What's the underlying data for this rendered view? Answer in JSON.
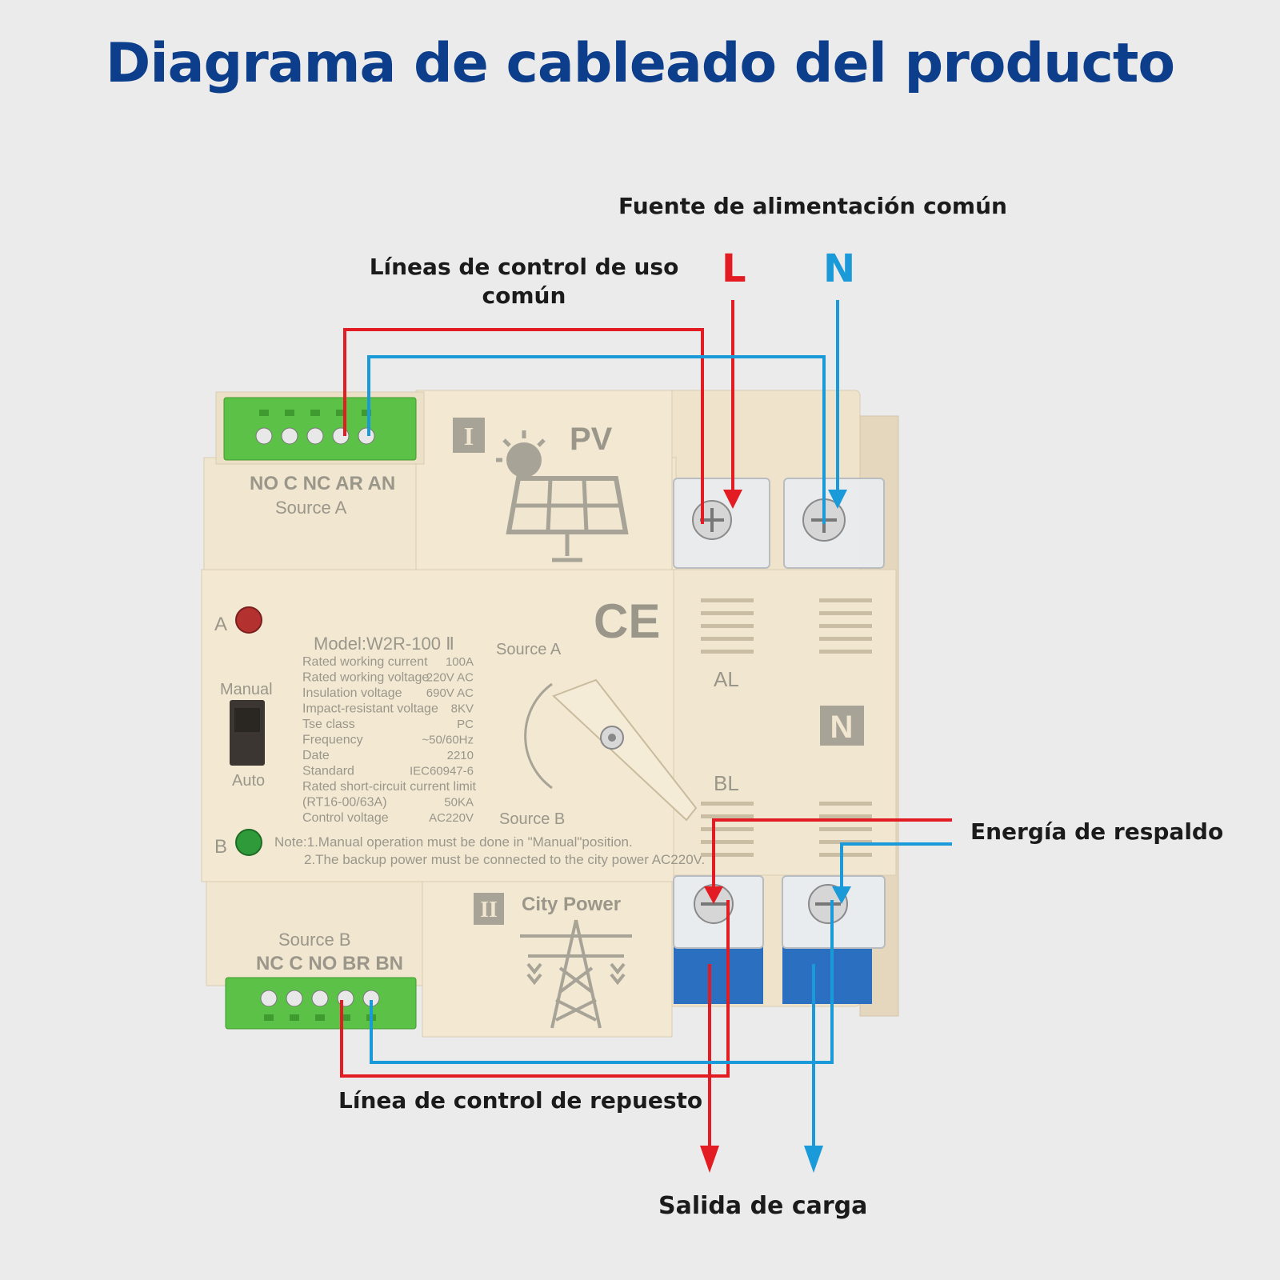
{
  "title": "Diagrama de cableado del producto",
  "labels": {
    "common_power": "Fuente de alimentación común",
    "common_control_line1": "Líneas de control de uso",
    "common_control_line2": "común",
    "L": "L",
    "N": "N",
    "backup_power": "Energía de respaldo",
    "spare_control": "Línea de control de repuesto",
    "load_output": "Salida de carga"
  },
  "device": {
    "terminals_a": "NO C NC AR AN",
    "source_a": "Source A",
    "pv": "PV",
    "roman_1": "I",
    "roman_2": "II",
    "led_a": "A",
    "led_b": "B",
    "ce": "CE",
    "model": "Model:W2R-100 Ⅱ",
    "specs": [
      {
        "name": "Rated working current",
        "value": "100A"
      },
      {
        "name": "Rated working voltage",
        "value": "220V AC"
      },
      {
        "name": "Insulation voltage",
        "value": "690V AC"
      },
      {
        "name": "Impact-resistant voltage",
        "value": "8KV"
      },
      {
        "name": "Tse class",
        "value": "PC"
      },
      {
        "name": "Frequency",
        "value": "~50/60Hz"
      },
      {
        "name": "Date",
        "value": "2210"
      },
      {
        "name": "Standard",
        "value": "IEC60947-6"
      },
      {
        "name": "Rated short-circuit current limit",
        "value": ""
      },
      {
        "name": "(RT16-00/63A)",
        "value": "50KA"
      },
      {
        "name": "Control voltage",
        "value": "AC220V"
      }
    ],
    "manual": "Manual",
    "auto": "Auto",
    "knob_source_a": "Source A",
    "knob_source_b": "Source B",
    "note1": "Note:1.Manual operation must be done in \"Manual\"position.",
    "note2": "2.The backup power must be connected to the city power AC220V.",
    "al": "AL",
    "bl": "BL",
    "n_badge": "N",
    "city_power": "City Power",
    "source_b": "Source B",
    "terminals_b": "NC C NO BR BN"
  },
  "colors": {
    "live": "#e31b23",
    "neutral": "#1a9ad8",
    "title": "#0d3e8c",
    "device_body": "#f1e6cf",
    "terminal_green": "#5cc247",
    "terminal_blue": "#2a6fc0"
  },
  "icons": [
    "solar-panel-icon",
    "power-tower-icon",
    "ce-mark-icon"
  ]
}
